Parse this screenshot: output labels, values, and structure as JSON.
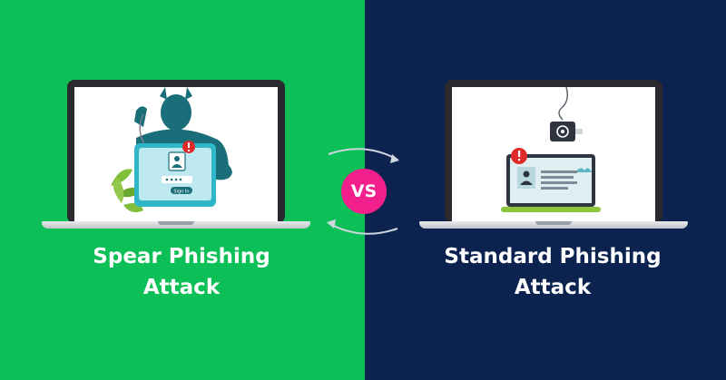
{
  "left": {
    "caption_line1": "Spear Phishing",
    "caption_line2": "Attack",
    "background": "#0dbf57",
    "illustration": {
      "icons": [
        "devil-hacker-icon",
        "phishing-hook-icon",
        "alert-icon",
        "user-profile-icon",
        "plant-icon"
      ],
      "sign_in_label": "Sign In"
    }
  },
  "right": {
    "caption_line1": "Standard Phishing",
    "caption_line2": "Attack",
    "background": "#0c2350",
    "illustration": {
      "icons": [
        "phishing-hook-icon",
        "at-email-icon",
        "alert-icon",
        "user-profile-icon"
      ]
    }
  },
  "center": {
    "badge": "VS",
    "badge_color": "#f21f8c",
    "icons": [
      "cycle-arrows-icon"
    ]
  }
}
